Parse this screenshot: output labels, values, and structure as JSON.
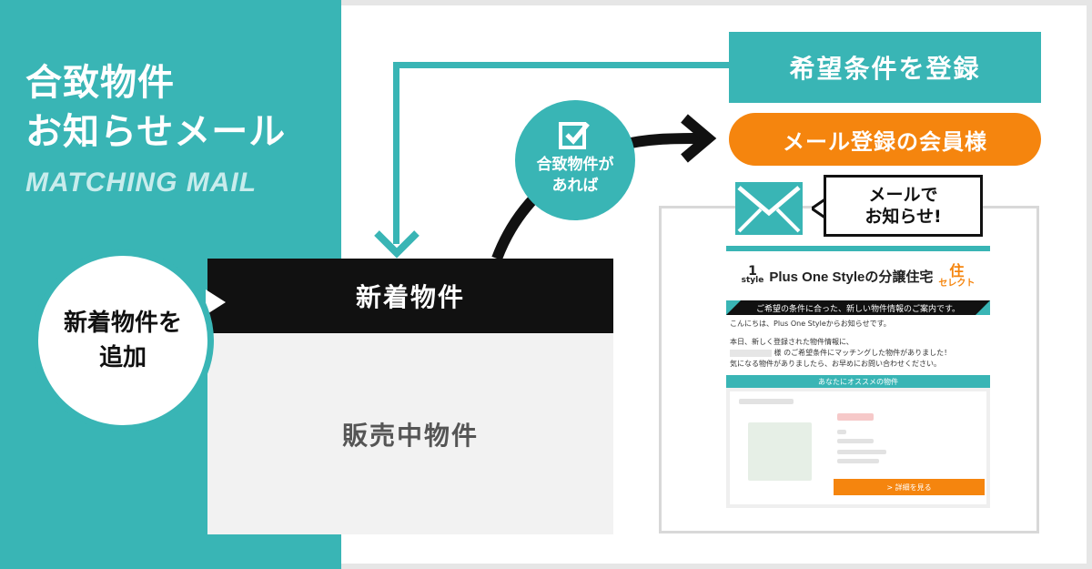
{
  "left": {
    "title_line1": "合致物件",
    "title_line2": "お知らせメール",
    "subtitle": "MATCHING MAIL"
  },
  "bubble_new": {
    "line1": "新着物件を",
    "line2": "追加"
  },
  "new_properties": {
    "header": "新着物件",
    "body": "販売中物件"
  },
  "match_circle": {
    "line1": "合致物件が",
    "line2": "あれば",
    "icon": "check-square-icon"
  },
  "register_box": {
    "label": "希望条件を登録"
  },
  "member_pill": {
    "label": "メール登録の会員様"
  },
  "notify": {
    "line1": "メールで",
    "line2": "お知らせ!",
    "icon": "envelope-icon"
  },
  "email_preview": {
    "logo_top": "1",
    "logo_bottom": "style",
    "brand": "Plus One Styleの分譲住宅",
    "sumai_mark_top": "住",
    "sumai_mark_bottom": "セレクト",
    "banner": "ご希望の条件に合った、新しい物件情報のご案内です。",
    "greeting": "こんにちは、Plus One Styleからお知らせです。",
    "body_line1": "本日、新しく登録された物件情報に、",
    "body_line2": "様 のご希望条件にマッチングした物件がありました！",
    "body_line3": "気になる物件がありましたら、お早めにお問い合わせください。",
    "reco_header": "あなたにオススメの物件",
    "detail_button": "> 詳細を見る"
  },
  "colors": {
    "teal": "#39b5b5",
    "orange": "#f5850e",
    "black": "#111111"
  }
}
